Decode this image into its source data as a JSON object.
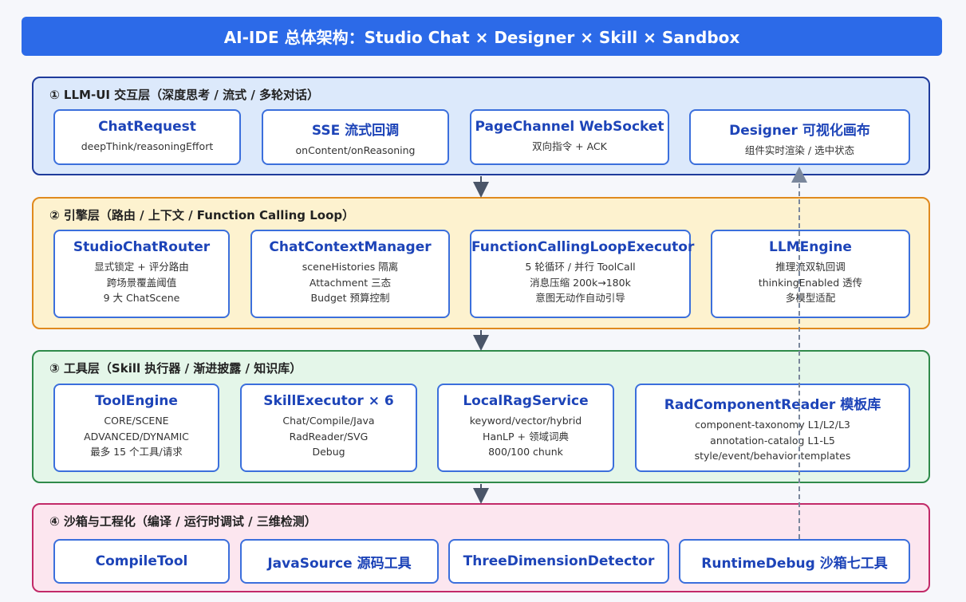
{
  "title": "AI-IDE 总体架构：Studio Chat × Designer × Skill × Sandbox",
  "layers": [
    {
      "title": "① LLM-UI 交互层（深度思考 / 流式 / 多轮对话）",
      "cards": [
        {
          "title": "ChatRequest",
          "lines": [
            "deepThink/reasoningEffort"
          ]
        },
        {
          "title": "SSE 流式回调",
          "lines": [
            "onContent/onReasoning"
          ]
        },
        {
          "title": "PageChannel WebSocket",
          "lines": [
            "双向指令 + ACK"
          ]
        },
        {
          "title": "Designer 可视化画布",
          "lines": [
            "组件实时渲染 / 选中状态"
          ]
        }
      ]
    },
    {
      "title": "② 引擎层（路由 / 上下文 / Function Calling Loop）",
      "cards": [
        {
          "title": "StudioChatRouter",
          "lines": [
            "显式锁定 + 评分路由",
            "跨场景覆盖阈值",
            "9 大 ChatScene"
          ]
        },
        {
          "title": "ChatContextManager",
          "lines": [
            "sceneHistories 隔离",
            "Attachment 三态",
            "Budget 预算控制"
          ]
        },
        {
          "title": "FunctionCallingLoopExecutor",
          "lines": [
            "5 轮循环 / 并行 ToolCall",
            "消息压缩 200k→180k",
            "意图无动作自动引导"
          ]
        },
        {
          "title": "LLMEngine",
          "lines": [
            "推理流双轨回调",
            "thinkingEnabled 透传",
            "多模型适配"
          ]
        }
      ]
    },
    {
      "title": "③ 工具层（Skill 执行器 / 渐进披露 / 知识库）",
      "cards": [
        {
          "title": "ToolEngine",
          "lines": [
            "CORE/SCENE",
            "ADVANCED/DYNAMIC",
            "最多 15 个工具/请求"
          ]
        },
        {
          "title": "SkillExecutor × 6",
          "lines": [
            "Chat/Compile/Java",
            "RadReader/SVG",
            "Debug"
          ]
        },
        {
          "title": "LocalRagService",
          "lines": [
            "keyword/vector/hybrid",
            "HanLP + 领域词典",
            "800/100 chunk"
          ]
        },
        {
          "title": "RadComponentReader 模板库",
          "lines": [
            "component-taxonomy L1/L2/L3",
            "annotation-catalog L1-L5",
            "style/event/behavior templates"
          ]
        }
      ]
    },
    {
      "title": "④ 沙箱与工程化（编译 / 运行时调试 / 三维检测）",
      "cards": [
        {
          "title": "CompileTool",
          "lines": []
        },
        {
          "title": "JavaSource 源码工具",
          "lines": []
        },
        {
          "title": "ThreeDimensionDetector",
          "lines": []
        },
        {
          "title": "RuntimeDebug 沙箱七工具",
          "lines": []
        }
      ]
    }
  ],
  "colors": {
    "title_bg": "#2c6ae8",
    "layer1": {
      "border": "#1f3b9c",
      "bg": "#dce9fb"
    },
    "layer2": {
      "border": "#e08a1e",
      "bg": "#fdf2cf"
    },
    "layer3": {
      "border": "#2f8a4a",
      "bg": "#e4f6e9"
    },
    "layer4": {
      "border": "#c22a68",
      "bg": "#fce6ef"
    },
    "card_border": "#3b6fdc",
    "arrow": "#4a5568",
    "dashed_arrow": "#7a879c"
  }
}
